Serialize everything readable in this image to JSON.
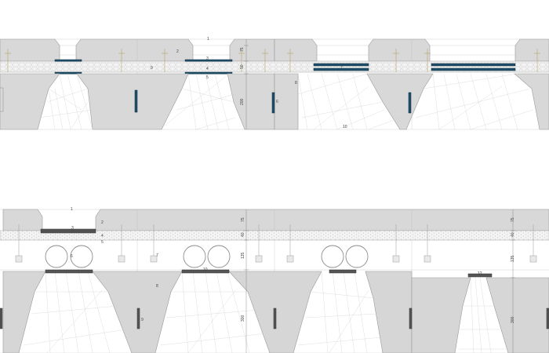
{
  "top_section": {
    "labels": [
      "1",
      "2",
      "3",
      "4",
      "5",
      "6",
      "7",
      "8",
      "9",
      "10"
    ],
    "dimensions": [
      "75",
      "50",
      "200"
    ]
  },
  "bottom_section": {
    "labels": [
      "1",
      "2",
      "3",
      "4",
      "5",
      "6",
      "7",
      "8",
      "9",
      "10",
      "12"
    ],
    "dimensions": [
      "75",
      "40",
      "135",
      "300"
    ]
  },
  "colors": {
    "concrete": "#d8d8d8",
    "glass_blue": "#1f4e6b",
    "glass_grey": "#555555",
    "insulation": "#f3f3f3"
  }
}
